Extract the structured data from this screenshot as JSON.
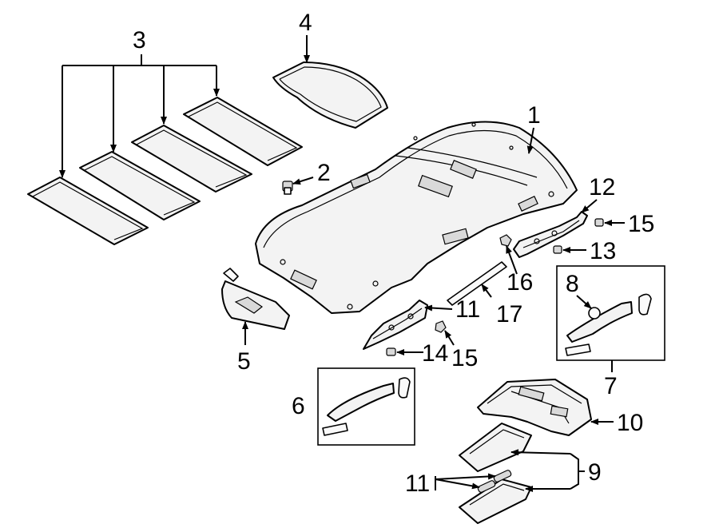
{
  "diagram": {
    "callouts": [
      {
        "id": "c1",
        "text": "1"
      },
      {
        "id": "c2",
        "text": "2"
      },
      {
        "id": "c3",
        "text": "3"
      },
      {
        "id": "c4",
        "text": "4"
      },
      {
        "id": "c5",
        "text": "5"
      },
      {
        "id": "c6",
        "text": "6"
      },
      {
        "id": "c7",
        "text": "7"
      },
      {
        "id": "c8",
        "text": "8"
      },
      {
        "id": "c9",
        "text": "9"
      },
      {
        "id": "c10",
        "text": "10"
      },
      {
        "id": "c11",
        "text": "11"
      },
      {
        "id": "c12",
        "text": "12"
      },
      {
        "id": "c13",
        "text": "13"
      },
      {
        "id": "c14a",
        "text": "14"
      },
      {
        "id": "c14b",
        "text": "14"
      },
      {
        "id": "c15a",
        "text": "15"
      },
      {
        "id": "c15b",
        "text": "15"
      },
      {
        "id": "c16",
        "text": "16"
      },
      {
        "id": "c17",
        "text": "17"
      }
    ]
  }
}
